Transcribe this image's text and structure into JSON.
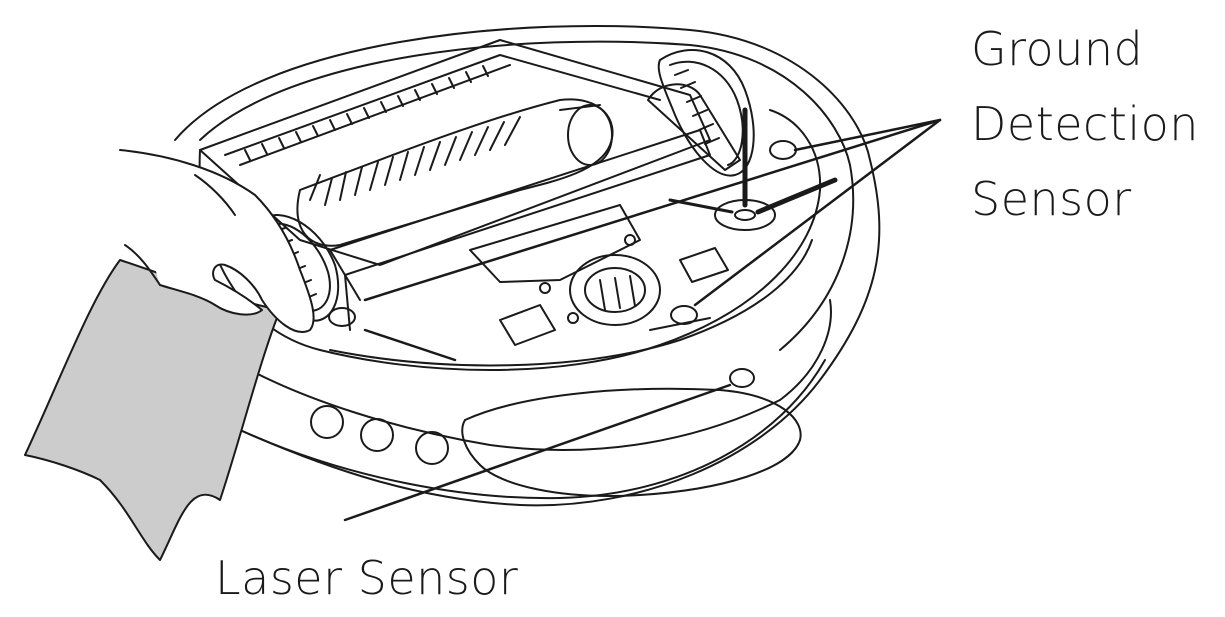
{
  "labels": {
    "ground_detection": [
      "Ground",
      "Detection",
      "Sensor"
    ],
    "laser_sensor": "Laser Sensor"
  },
  "colors": {
    "line": "#1a1a1a",
    "cloth": "#cccccc",
    "background": "#ffffff"
  }
}
